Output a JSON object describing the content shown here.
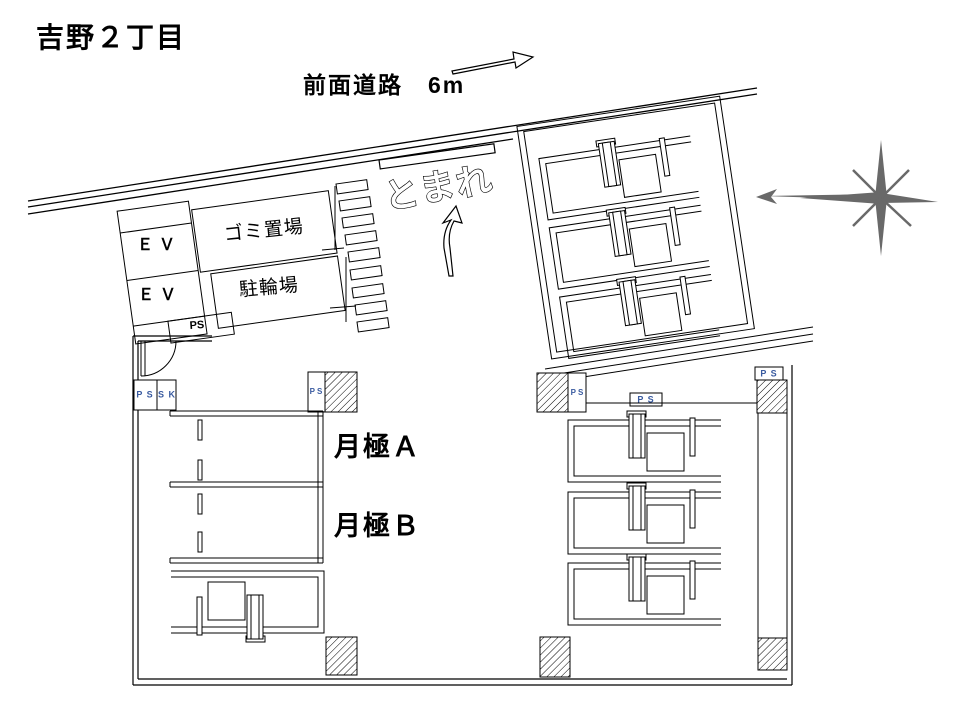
{
  "title": "吉野２丁目",
  "road": {
    "label": "前面道路　6m"
  },
  "markings": {
    "stop_chars": [
      "と",
      "ま",
      "れ"
    ]
  },
  "north_building": {
    "ev_upper": "ＥＶ",
    "ev_lower": "ＥＶ",
    "ps": "PS",
    "garbage_room": "ゴミ置場",
    "bicycle_parking": "駐輪場"
  },
  "main_building": {
    "monthly_a": "月極Ａ",
    "monthly_b": "月極Ｂ",
    "shaft_labels": {
      "left_ps": "P S",
      "left_sk": "S K",
      "mid_left_ps": "P S",
      "mid_ps": "P S",
      "center_ps": "P S",
      "right_ps": "P S"
    }
  },
  "colors": {
    "line": "#000000",
    "compass": "#696969",
    "shaft_label": "#3a5ba0"
  }
}
